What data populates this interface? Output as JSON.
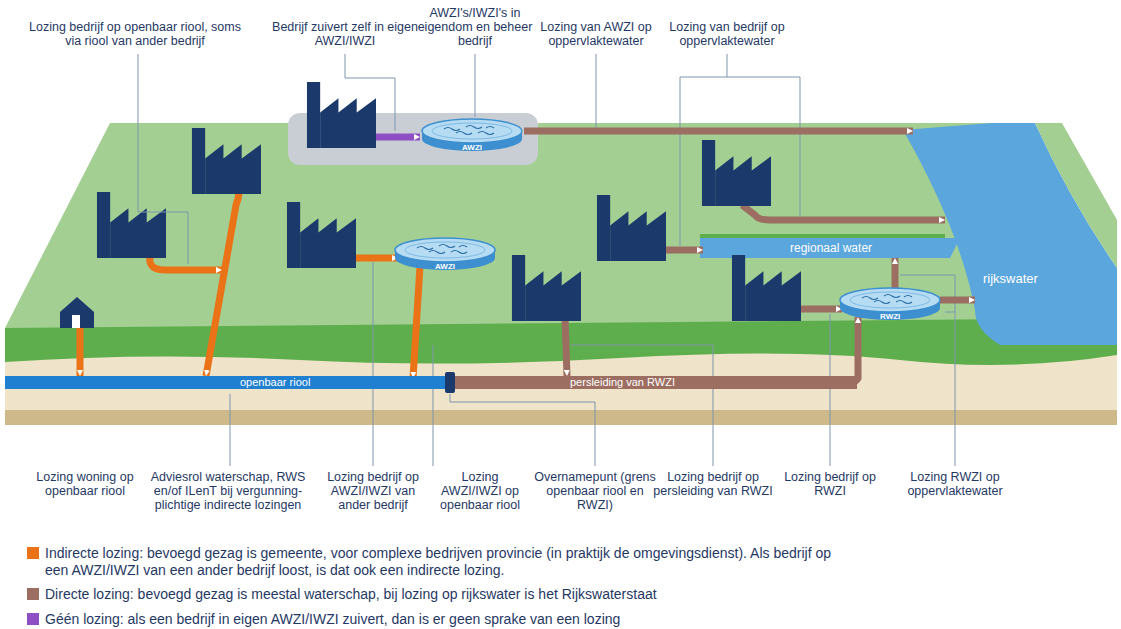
{
  "diagram": {
    "nodes": [
      {
        "text": [
          "AWZI"
        ]
      },
      {
        "text": [
          "AWZI"
        ]
      },
      {
        "text": [
          "regionaal water"
        ]
      },
      {
        "text": [
          "rijkswater"
        ]
      },
      {
        "text": [
          "RWZI"
        ]
      },
      {
        "text": [
          "openbaar riool"
        ]
      },
      {
        "text": [
          "persleiding van RWZI"
        ]
      }
    ],
    "edges": [
      {
        "from": 0,
        "to": 3,
        "arrow": "to"
      },
      {
        "from": 1,
        "to": 5,
        "arrow": "to"
      },
      {
        "from": 5,
        "to": 6,
        "arrow": "to"
      },
      {
        "from": 6,
        "to": 4,
        "arrow": "to"
      },
      {
        "from": 4,
        "to": 3,
        "arrow": "to"
      },
      {
        "from": 4,
        "to": 2,
        "arrow": "to"
      }
    ],
    "labels": [
      "Lozing bedrijf op openbaar riool, soms via riool van ander bedrijf",
      "Bedrijf zuivert zelf in eigen AWZI/IWZI",
      "AWZI's/IWZI's in eigendom en beheer bedrijf",
      "Lozing van AWZI op oppervlaktewater",
      "Lozing van bedrijf op oppervlaktewater",
      "Lozing woning op openbaar riool",
      "Adviesrol waterschap, RWS en/of ILenT bij vergunning-plichtige indirecte lozingen",
      "Lozing bedrijf op AWZI/IWZI van ander bedrijf",
      "Lozing AWZI/IWZI op openbaar riool",
      "Overnamepunt (grens openbaar riool en RWZI)",
      "Lozing bedrijf op persleiding van RWZI",
      "Lozing bedrijf op RWZI",
      "Lozing RWZI op oppervlaktewater"
    ],
    "legend": [
      {
        "text": "Indirecte lozing: bevoegd gezag is gemeente, voor complexe bedrijven provincie (in praktijk de omgevingsdienst). Als bedrijf op een AWZI/IWZI van een ander bedrijf loost, is dat ook een indirecte lozing.",
        "color": "#ea7317"
      },
      {
        "text": "Directe lozing: bevoegd gezag is meestal waterschap, bij lozing op rijkswater is het Rijkswaterstaat",
        "color": "#9c6e62"
      },
      {
        "text": "Géén lozing: als een bedrijf in eigen AWZI/IWZI zuivert, dan is er geen sprake van een lozing",
        "color": "#8e4fc4"
      }
    ]
  }
}
